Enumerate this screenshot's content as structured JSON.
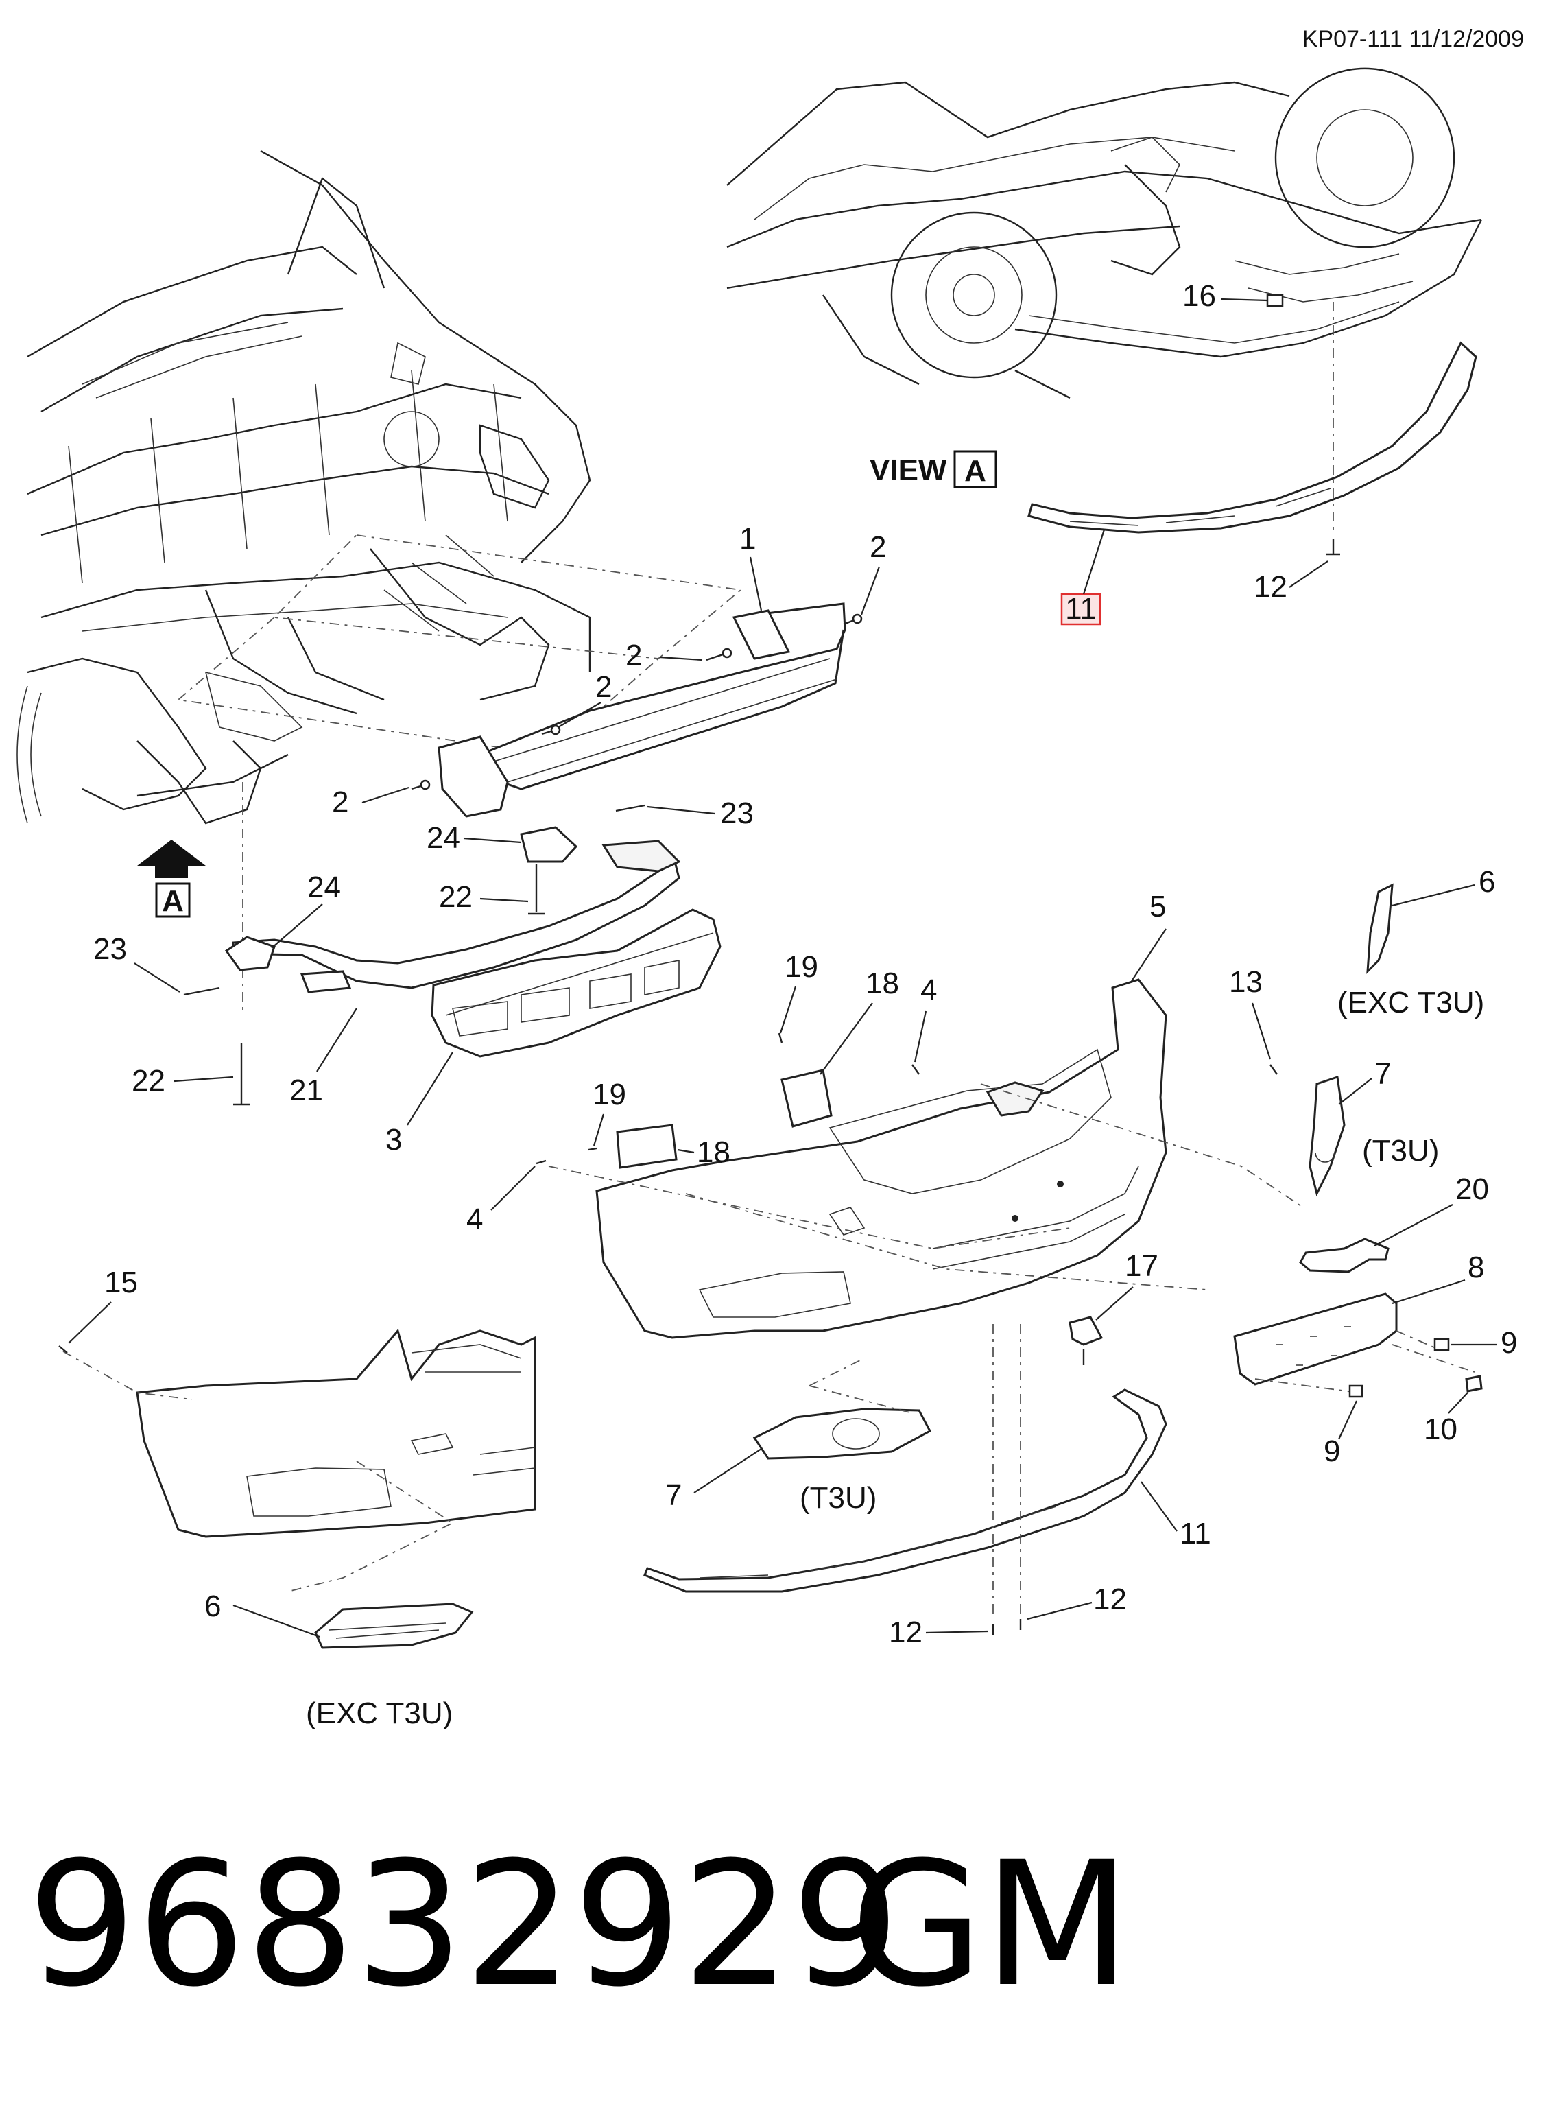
{
  "header": {
    "code": "KP07-111 11/12/2009"
  },
  "view": {
    "label": "VIEW",
    "letter": "A"
  },
  "arrow_marker": {
    "letter": "A"
  },
  "callouts": {
    "c1": "1",
    "c2a": "2",
    "c2b": "2",
    "c2c": "2",
    "c2d": "2",
    "c3": "3",
    "c4a": "4",
    "c4b": "4",
    "c5": "5",
    "c6a": "6",
    "c6b": "6",
    "c7a": "7",
    "c7b": "7",
    "c8": "8",
    "c9a": "9",
    "c9b": "9",
    "c10": "10",
    "c11a": "11",
    "c11b": "11",
    "c12a": "12",
    "c12b": "12",
    "c12c": "12",
    "c13": "13",
    "c15": "15",
    "c16": "16",
    "c17": "17",
    "c18a": "18",
    "c18b": "18",
    "c19a": "19",
    "c19b": "19",
    "c20": "20",
    "c21": "21",
    "c22a": "22",
    "c22b": "22",
    "c23a": "23",
    "c23b": "23",
    "c24a": "24",
    "c24b": "24"
  },
  "notes": {
    "exc_t3u_a": "(EXC T3U)",
    "exc_t3u_b": "(EXC T3U)",
    "t3u_a": "(T3U)",
    "t3u_b": "(T3U)"
  },
  "highlight": {
    "color": "#e03030"
  },
  "footer": {
    "part_number": "96832929",
    "brand": "GM"
  }
}
